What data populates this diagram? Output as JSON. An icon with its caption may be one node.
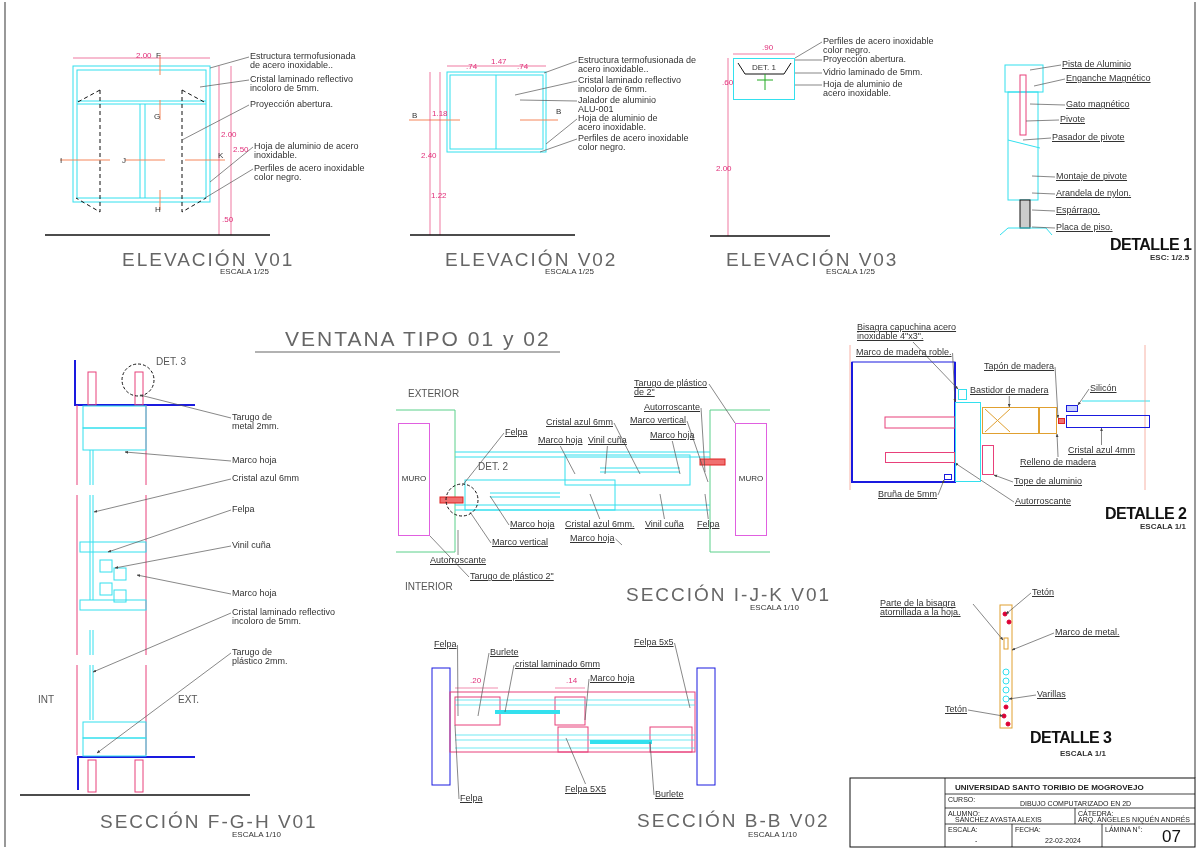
{
  "diagram": {
    "title": "VENTANA TIPO 01 y 02",
    "nodes": [
      {
        "text": [
          "Estructura termofusionada de acero inoxidable.."
        ]
      },
      {
        "text": [
          "Cristal laminado reflectivo incoloro de 5mm."
        ]
      },
      {
        "text": [
          "Proyección abertura."
        ]
      },
      {
        "text": [
          "Hoja de aluminio de acero inoxidable."
        ]
      },
      {
        "text": [
          "Perfiles de acero inoxidable color negro."
        ]
      },
      {
        "text": [
          "Estructura termofusionada de acero inoxidable.."
        ]
      },
      {
        "text": [
          "Cristal laminado reflectivo incoloro de 6mm."
        ]
      },
      {
        "text": [
          "Jalador de aluminio ALU-001"
        ]
      },
      {
        "text": [
          "Hoja de aluminio de acero inoxidable."
        ]
      },
      {
        "text": [
          "Perfiles de acero inoxidable color negro."
        ]
      },
      {
        "text": [
          "Perfiles de acero inoxidable color negro."
        ]
      },
      {
        "text": [
          "Proyección abertura."
        ]
      },
      {
        "text": [
          "Vidrio laminado de 5mm."
        ]
      },
      {
        "text": [
          "Hoja de aluminio de acero inoxidable."
        ]
      },
      {
        "text": [
          "Pista de Aluminio"
        ]
      },
      {
        "text": [
          "Enganche Magnético"
        ]
      },
      {
        "text": [
          "Gato magnético"
        ]
      },
      {
        "text": [
          "Pivote"
        ]
      },
      {
        "text": [
          "Pasador de pivote"
        ]
      },
      {
        "text": [
          "Montaje de pivote"
        ]
      },
      {
        "text": [
          "Arandela de nylon."
        ]
      },
      {
        "text": [
          "Espárrago."
        ]
      },
      {
        "text": [
          "Placa de piso."
        ]
      },
      {
        "text": [
          "Tarugo de metal 2mm."
        ]
      },
      {
        "text": [
          "Marco hoja"
        ]
      },
      {
        "text": [
          "Cristal azul 6mm"
        ]
      },
      {
        "text": [
          "Felpa"
        ]
      },
      {
        "text": [
          "Vinil cuña"
        ]
      },
      {
        "text": [
          "Marco hoja"
        ]
      },
      {
        "text": [
          "Cristal laminado reflectivo incoloro de 5mm."
        ]
      },
      {
        "text": [
          "Tarugo de plástico 2mm."
        ]
      },
      {
        "text": [
          "Tarugo de plástico de 2\""
        ]
      },
      {
        "text": [
          "Autorroscante"
        ]
      },
      {
        "text": [
          "Cristal azul 6mm"
        ]
      },
      {
        "text": [
          "Marco vertical"
        ]
      },
      {
        "text": [
          "Marco hoja"
        ]
      },
      {
        "text": [
          "Felpa"
        ]
      },
      {
        "text": [
          "Marco hoja"
        ]
      },
      {
        "text": [
          "Vinil cuña"
        ]
      },
      {
        "text": [
          "Vinil cuña"
        ]
      },
      {
        "text": [
          "Marco hoja"
        ]
      },
      {
        "text": [
          "Marco vertical"
        ]
      },
      {
        "text": [
          "Autorroscante"
        ]
      },
      {
        "text": [
          "Tarugo de plástico 2\""
        ]
      },
      {
        "text": [
          "Cristal azul 6mm."
        ]
      },
      {
        "text": [
          "Marco hoja"
        ]
      },
      {
        "text": [
          "Felpa"
        ]
      },
      {
        "text": [
          "Bisagra capuchina acero inoxidable 4\"x3\"."
        ]
      },
      {
        "text": [
          "Marco de madera roble."
        ]
      },
      {
        "text": [
          "Tapón de madera"
        ]
      },
      {
        "text": [
          "Bastidor de madera"
        ]
      },
      {
        "text": [
          "Silicón"
        ]
      },
      {
        "text": [
          "Cristal azul 4mm"
        ]
      },
      {
        "text": [
          "Relleno de madera"
        ]
      },
      {
        "text": [
          "Tope de aluminio"
        ]
      },
      {
        "text": [
          "Autorroscante"
        ]
      },
      {
        "text": [
          "Bruña de 5mm"
        ]
      },
      {
        "text": [
          "Tetón"
        ]
      },
      {
        "text": [
          "Parte de la bisagra atornillada a la hoja."
        ]
      },
      {
        "text": [
          "Marco de metal."
        ]
      },
      {
        "text": [
          "Varillas"
        ]
      },
      {
        "text": [
          "Tetón"
        ]
      },
      {
        "text": [
          "Felpa"
        ]
      },
      {
        "text": [
          "Burlete"
        ]
      },
      {
        "text": [
          "cristal laminado 6mm"
        ]
      },
      {
        "text": [
          "Marco hoja"
        ]
      },
      {
        "text": [
          "Felpa 5x5"
        ]
      },
      {
        "text": [
          "Felpa"
        ]
      },
      {
        "text": [
          "Felpa 5X5"
        ]
      },
      {
        "text": [
          "Burlete"
        ]
      },
      {
        "text": [
          "DET. 1"
        ]
      },
      {
        "text": [
          "MURO"
        ]
      },
      {
        "text": [
          "MURO"
        ]
      },
      {
        "text": [],
        "shape": "box"
      },
      {
        "text": [],
        "shape": "box"
      },
      {
        "text": [],
        "shape": "box"
      },
      {
        "text": [],
        "shape": "box"
      },
      {
        "text": [],
        "shape": "box"
      },
      {
        "text": [],
        "shape": "box"
      },
      {
        "text": [],
        "shape": "box"
      },
      {
        "text": [],
        "shape": "box"
      },
      {
        "text": [],
        "shape": "box"
      },
      {
        "text": [],
        "shape": "box"
      }
    ],
    "edges": [
      {
        "from": 0,
        "to": null,
        "arrow": "none"
      },
      {
        "from": 1,
        "to": null,
        "arrow": "none"
      },
      {
        "from": 2,
        "to": null,
        "arrow": "none"
      },
      {
        "from": 3,
        "to": null,
        "arrow": "none"
      },
      {
        "from": 4,
        "to": null,
        "arrow": "none"
      },
      {
        "from": 5,
        "to": null,
        "arrow": "none"
      },
      {
        "from": 6,
        "to": null,
        "arrow": "none"
      },
      {
        "from": 7,
        "to": null,
        "arrow": "none"
      },
      {
        "from": 8,
        "to": null,
        "arrow": "none"
      },
      {
        "from": 9,
        "to": null,
        "arrow": "none"
      },
      {
        "from": 10,
        "to": 70,
        "arrow": "none"
      },
      {
        "from": 11,
        "to": 70,
        "arrow": "none"
      },
      {
        "from": 12,
        "to": 70,
        "arrow": "none"
      },
      {
        "from": 13,
        "to": 70,
        "arrow": "none"
      },
      {
        "from": 14,
        "to": null,
        "arrow": "none"
      },
      {
        "from": 15,
        "to": null,
        "arrow": "none"
      },
      {
        "from": 16,
        "to": null,
        "arrow": "none"
      },
      {
        "from": 17,
        "to": null,
        "arrow": "none"
      },
      {
        "from": 18,
        "to": null,
        "arrow": "none"
      },
      {
        "from": 19,
        "to": null,
        "arrow": "none"
      },
      {
        "from": 20,
        "to": null,
        "arrow": "none"
      },
      {
        "from": 21,
        "to": null,
        "arrow": "none"
      },
      {
        "from": 22,
        "to": null,
        "arrow": "none"
      },
      {
        "from": 23,
        "to": null,
        "arrow": "to"
      },
      {
        "from": 24,
        "to": null,
        "arrow": "to"
      },
      {
        "from": 25,
        "to": null,
        "arrow": "to"
      },
      {
        "from": 26,
        "to": null,
        "arrow": "to"
      },
      {
        "from": 27,
        "to": null,
        "arrow": "to"
      },
      {
        "from": 28,
        "to": null,
        "arrow": "to"
      },
      {
        "from": 29,
        "to": null,
        "arrow": "to"
      },
      {
        "from": 30,
        "to": null,
        "arrow": "to"
      },
      {
        "from": 31,
        "to": 72,
        "arrow": "none"
      },
      {
        "from": 32,
        "to": null,
        "arrow": "none"
      },
      {
        "from": 33,
        "to": null,
        "arrow": "none"
      },
      {
        "from": 34,
        "to": null,
        "arrow": "none"
      },
      {
        "from": 35,
        "to": null,
        "arrow": "none"
      },
      {
        "from": 36,
        "to": null,
        "arrow": "none"
      },
      {
        "from": 37,
        "to": null,
        "arrow": "none"
      },
      {
        "from": 38,
        "to": null,
        "arrow": "none"
      },
      {
        "from": 39,
        "to": null,
        "arrow": "none"
      },
      {
        "from": 40,
        "to": null,
        "arrow": "none"
      },
      {
        "from": 41,
        "to": null,
        "arrow": "none"
      },
      {
        "from": 42,
        "to": null,
        "arrow": "none"
      },
      {
        "from": 43,
        "to": 71,
        "arrow": "none"
      },
      {
        "from": 44,
        "to": null,
        "arrow": "none"
      },
      {
        "from": 45,
        "to": null,
        "arrow": "none"
      },
      {
        "from": 46,
        "to": null,
        "arrow": "none"
      },
      {
        "from": 47,
        "to": 73,
        "arrow": "to"
      },
      {
        "from": 48,
        "to": 74,
        "arrow": "to"
      },
      {
        "from": 49,
        "to": 75,
        "arrow": "to"
      },
      {
        "from": 50,
        "to": 76,
        "arrow": "to"
      },
      {
        "from": 51,
        "to": 77,
        "arrow": "to"
      },
      {
        "from": 52,
        "to": 78,
        "arrow": "to"
      },
      {
        "from": 53,
        "to": 79,
        "arrow": "to"
      },
      {
        "from": 54,
        "to": 80,
        "arrow": "to"
      },
      {
        "from": 55,
        "to": 81,
        "arrow": "to"
      },
      {
        "from": 56,
        "to": 82,
        "arrow": "to"
      },
      {
        "from": 57,
        "to": null,
        "arrow": "to"
      },
      {
        "from": 58,
        "to": null,
        "arrow": "to"
      },
      {
        "from": 59,
        "to": null,
        "arrow": "to"
      },
      {
        "from": 60,
        "to": null,
        "arrow": "to"
      },
      {
        "from": 61,
        "to": null,
        "arrow": "to"
      },
      {
        "from": 62,
        "to": null,
        "arrow": "none"
      },
      {
        "from": 63,
        "to": null,
        "arrow": "none"
      },
      {
        "from": 64,
        "to": null,
        "arrow": "none"
      },
      {
        "from": 65,
        "to": null,
        "arrow": "none"
      },
      {
        "from": 66,
        "to": null,
        "arrow": "none"
      },
      {
        "from": 67,
        "to": null,
        "arrow": "none"
      },
      {
        "from": 68,
        "to": null,
        "arrow": "none"
      },
      {
        "from": 69,
        "to": null,
        "arrow": "none"
      }
    ],
    "labels": [
      "2.00",
      "F",
      "G",
      "I",
      "J",
      "K",
      "2.00",
      "2.50",
      "H",
      ".50",
      "1.47",
      ".74",
      ".74",
      "B",
      "1.18",
      "B",
      "2.40",
      "1.22",
      ".90",
      ".60",
      "2.00",
      "ELEVACIÓN V01",
      "ESCALA 1/25",
      "ELEVACIÓN V02",
      "ESCALA 1/25",
      "ELEVACIÓN V03",
      "ESCALA 1/25",
      "DETALLE 1",
      "ESC: 1/2.5",
      "DET. 3",
      "INT",
      "EXT.",
      "SECCIÓN F-G-H V01",
      "ESCALA 1/10",
      "EXTERIOR",
      "DET. 2",
      "INTERIOR",
      "SECCIÓN I-J-K V01",
      "ESCALA 1/10",
      "DETALLE 2",
      "ESCALA 1/1",
      ".20",
      ".14",
      "DETALLE 3",
      "ESCALA 1/1",
      "SECCIÓN B-B V02",
      "ESCALA 1/10",
      "UNIVERSIDAD SANTO TORIBIO DE MOGROVEJO",
      "CURSO:",
      "DIBUJO COMPUTARIZADO EN 2D",
      "ALUMNO:",
      "SÁNCHEZ AYASTA ALEXIS",
      "CÁTEDRA:",
      "ARQ. ÁNGELES NIQUÉN ANDRÉS",
      "ESCALA:",
      "-",
      "FECHA:",
      "22-02-2024",
      "LÁMINA N°:",
      "07"
    ]
  }
}
